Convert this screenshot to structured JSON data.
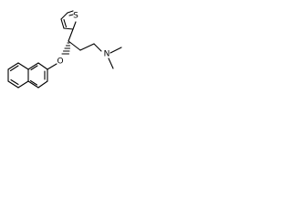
{
  "molecule": {
    "atoms": {
      "sulfur": "S",
      "oxygen": "O",
      "nitrogen": "N"
    },
    "stereo": {
      "chiral_center_bond": "hashed-wedge"
    }
  }
}
